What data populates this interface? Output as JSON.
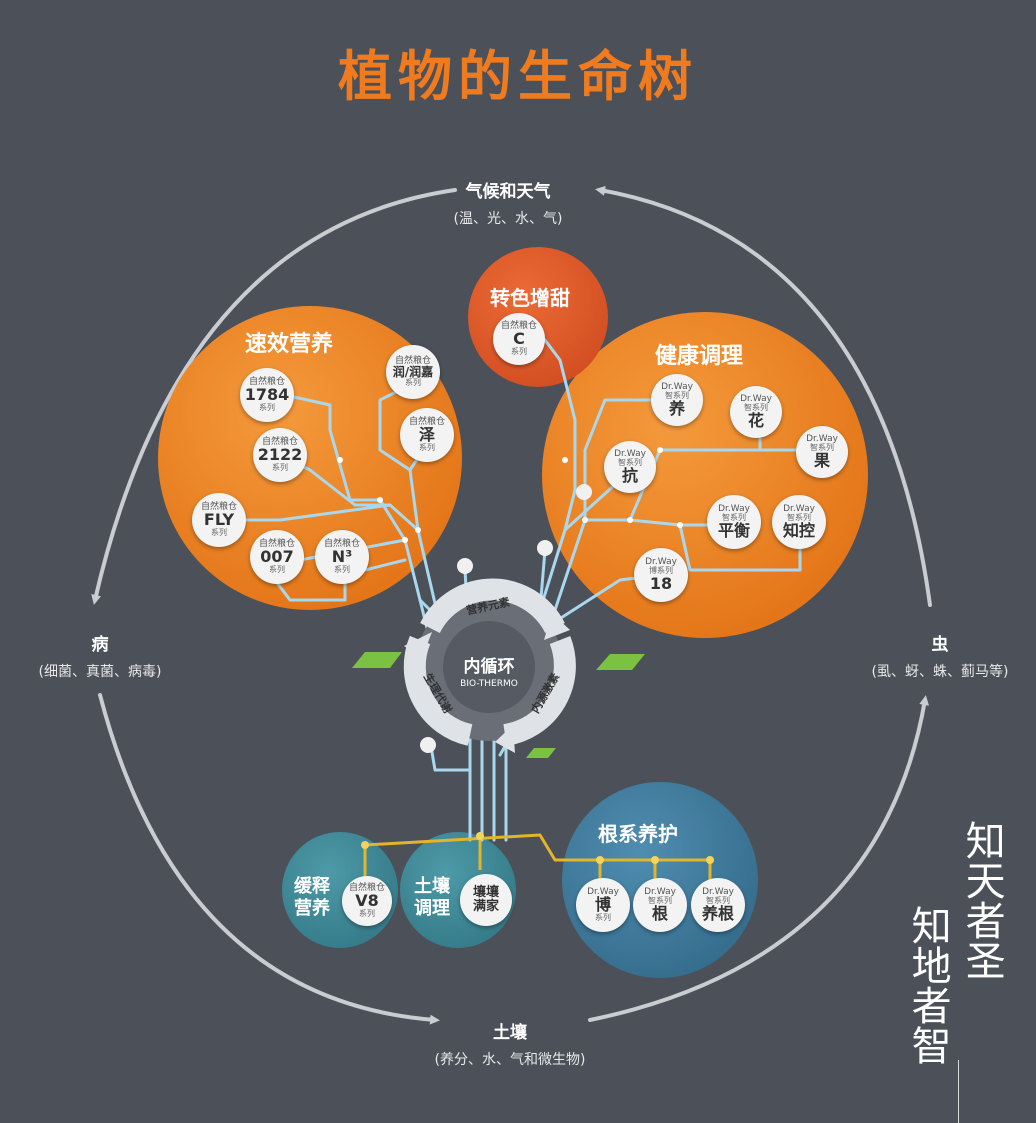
{
  "title": "植物的生命树",
  "cycle": {
    "top": {
      "main": "气候和天气",
      "sub": "(温、光、水、气)"
    },
    "left": {
      "main": "病",
      "sub": "(细菌、真菌、病毒)"
    },
    "right": {
      "main": "虫",
      "sub": "(虱、蚜、蛛、蓟马等)"
    },
    "bottom": {
      "main": "土壤",
      "sub": "(养分、水、气和微生物)"
    }
  },
  "center": {
    "main": "内循环",
    "sub": "BIO-THERMO",
    "arc_top": "营养元素",
    "arc_left": "生理代谢",
    "arc_right": "内源激素"
  },
  "clusters": {
    "fast": {
      "label": "速效营养",
      "nodes": [
        {
          "brand": "自然粮仓",
          "main": "1784",
          "sub": "系列"
        },
        {
          "brand": "自然粮仓",
          "main": "2122",
          "sub": "系列"
        },
        {
          "brand": "自然粮仓",
          "main": "FLY",
          "sub": "系列"
        },
        {
          "brand": "自然粮仓",
          "main": "007",
          "sub": "系列"
        },
        {
          "brand": "自然粮仓",
          "main": "N³",
          "sub": "系列"
        },
        {
          "brand": "自然粮仓",
          "main": "润/润嘉",
          "sub": "系列"
        },
        {
          "brand": "自然粮仓",
          "main": "泽",
          "sub": "系列"
        }
      ]
    },
    "color": {
      "label": "转色增甜",
      "nodes": [
        {
          "brand": "自然粮仓",
          "main": "C",
          "sub": "系列"
        }
      ]
    },
    "health": {
      "label": "健康调理",
      "nodes": [
        {
          "brand": "Dr.Way",
          "sub2": "智系列",
          "main": "养"
        },
        {
          "brand": "Dr.Way",
          "sub2": "智系列",
          "main": "花"
        },
        {
          "brand": "Dr.Way",
          "sub2": "智系列",
          "main": "果"
        },
        {
          "brand": "Dr.Way",
          "sub2": "智系列",
          "main": "抗"
        },
        {
          "brand": "Dr.Way",
          "sub2": "智系列",
          "main": "平衡"
        },
        {
          "brand": "Dr.Way",
          "sub2": "智系列",
          "main": "知控"
        },
        {
          "brand": "Dr.Way",
          "sub2": "博系列",
          "main": "18"
        }
      ]
    },
    "root": {
      "label": "根系养护",
      "nodes": [
        {
          "brand": "Dr.Way",
          "main": "博",
          "sub": "系列"
        },
        {
          "brand": "Dr.Way",
          "sub2": "智系列",
          "main": "根"
        },
        {
          "brand": "Dr.Way",
          "sub2": "智系列",
          "main": "养根"
        }
      ]
    },
    "slow": {
      "label_line1": "缓释",
      "label_line2": "营养",
      "nodes": [
        {
          "brand": "自然粮仓",
          "main": "V8",
          "sub": "系列"
        }
      ]
    },
    "soil": {
      "label_line1": "土壤",
      "label_line2": "调理",
      "nodes": [
        {
          "main": "壤壤",
          "main2": "满家"
        }
      ]
    }
  },
  "calligraphy": {
    "col1": "知天者圣",
    "col2": "知地者智"
  },
  "colors": {
    "background": "#4b5059",
    "title": "#f07a1e",
    "orange": "#ee8425",
    "red_orange": "#e0572a",
    "teal": "#3d8a99",
    "blue": "#3f7c99",
    "pipe_blue": "#a9d8ee",
    "pipe_gold": "#e3b52a",
    "leaf": "#7cc242"
  }
}
